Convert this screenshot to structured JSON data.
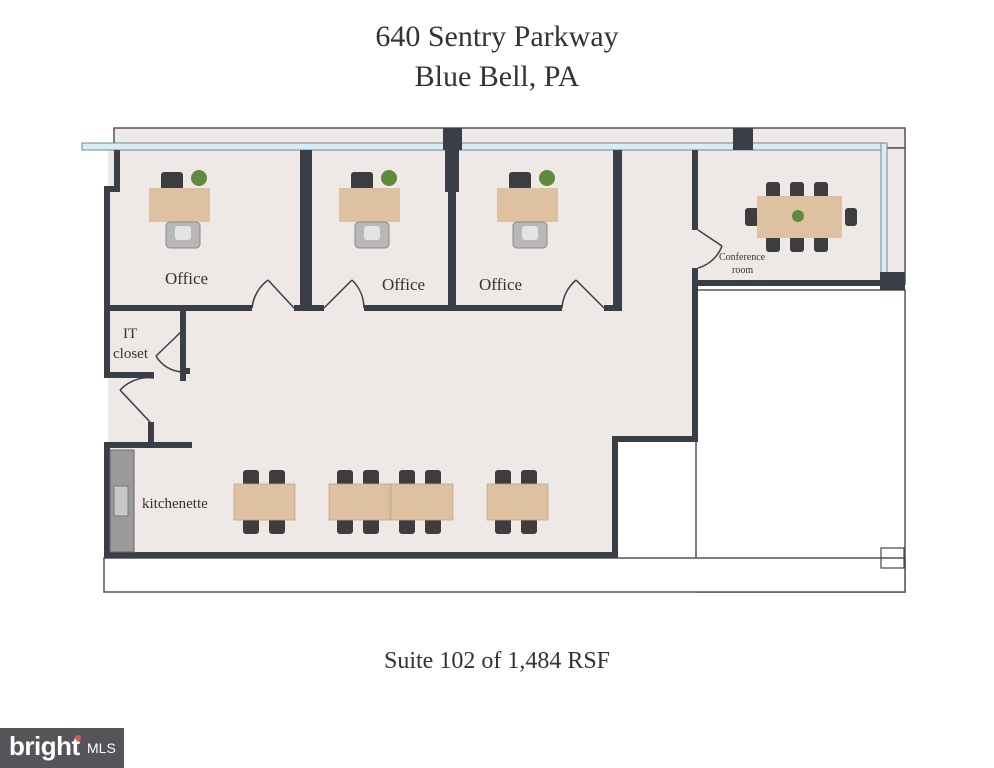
{
  "header": {
    "address_line1": "640 Sentry Parkway",
    "address_line2": "Blue Bell, PA"
  },
  "rooms": {
    "office_1": "Office",
    "office_2": "Office",
    "office_3": "Office",
    "conference_line1": "Conference",
    "conference_line2": "room",
    "it_line1": "IT",
    "it_line2": "closet",
    "kitchenette": "kitchenette"
  },
  "footer": {
    "suite_caption": "Suite 102 of 1,484 RSF"
  },
  "logo": {
    "brand": "bright",
    "suffix": "MLS"
  },
  "colors": {
    "floor": "#eee8e6",
    "wall": "#3a3f47",
    "window": "#d9ecf2",
    "desk": "#ddc1a1",
    "chair": "#3d3d3f",
    "plant": "#5e8c3c"
  }
}
